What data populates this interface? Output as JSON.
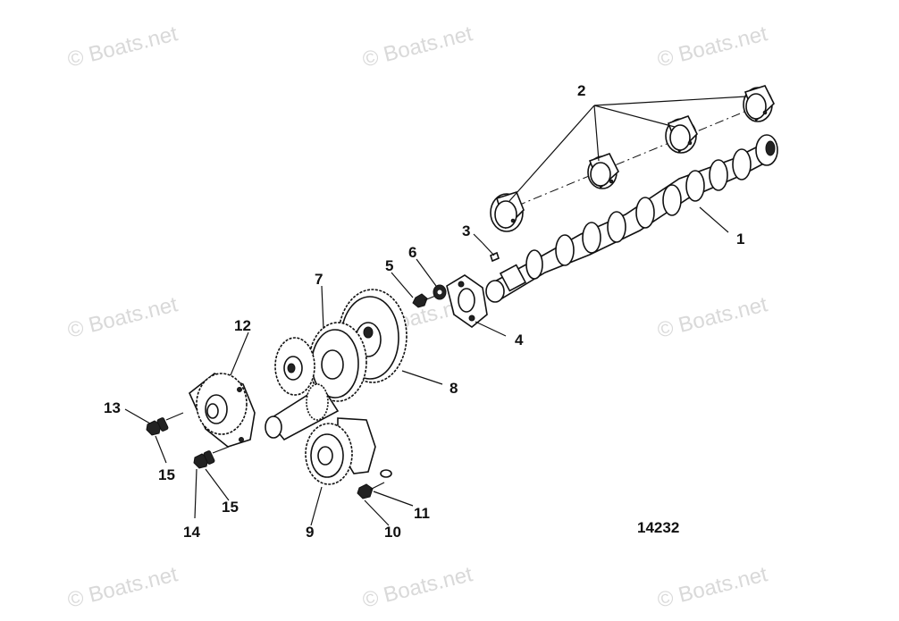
{
  "watermark": "© Boats.net",
  "diagram_number": "14232",
  "callouts": [
    {
      "id": "c1",
      "text": "1"
    },
    {
      "id": "c2",
      "text": "2"
    },
    {
      "id": "c3",
      "text": "3"
    },
    {
      "id": "c4",
      "text": "4"
    },
    {
      "id": "c5",
      "text": "5"
    },
    {
      "id": "c6",
      "text": "6"
    },
    {
      "id": "c7",
      "text": "7"
    },
    {
      "id": "c8",
      "text": "8"
    },
    {
      "id": "c9",
      "text": "9"
    },
    {
      "id": "c10",
      "text": "10"
    },
    {
      "id": "c11",
      "text": "11"
    },
    {
      "id": "c12",
      "text": "12"
    },
    {
      "id": "c13",
      "text": "13"
    },
    {
      "id": "c14",
      "text": "14"
    },
    {
      "id": "c15a",
      "text": "15"
    },
    {
      "id": "c15b",
      "text": "15"
    }
  ]
}
